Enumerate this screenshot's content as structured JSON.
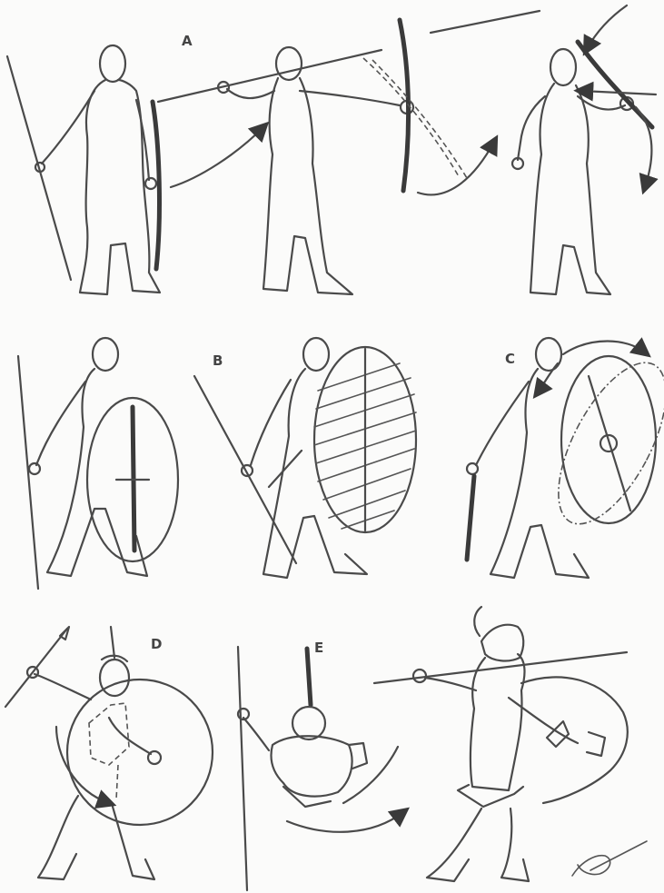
{
  "labels": {
    "a": "A",
    "b": "B",
    "c": "C",
    "d": "D",
    "e": "E"
  },
  "colors": {
    "paper": "#fbfbfa",
    "ink": "#4a4a4a"
  }
}
